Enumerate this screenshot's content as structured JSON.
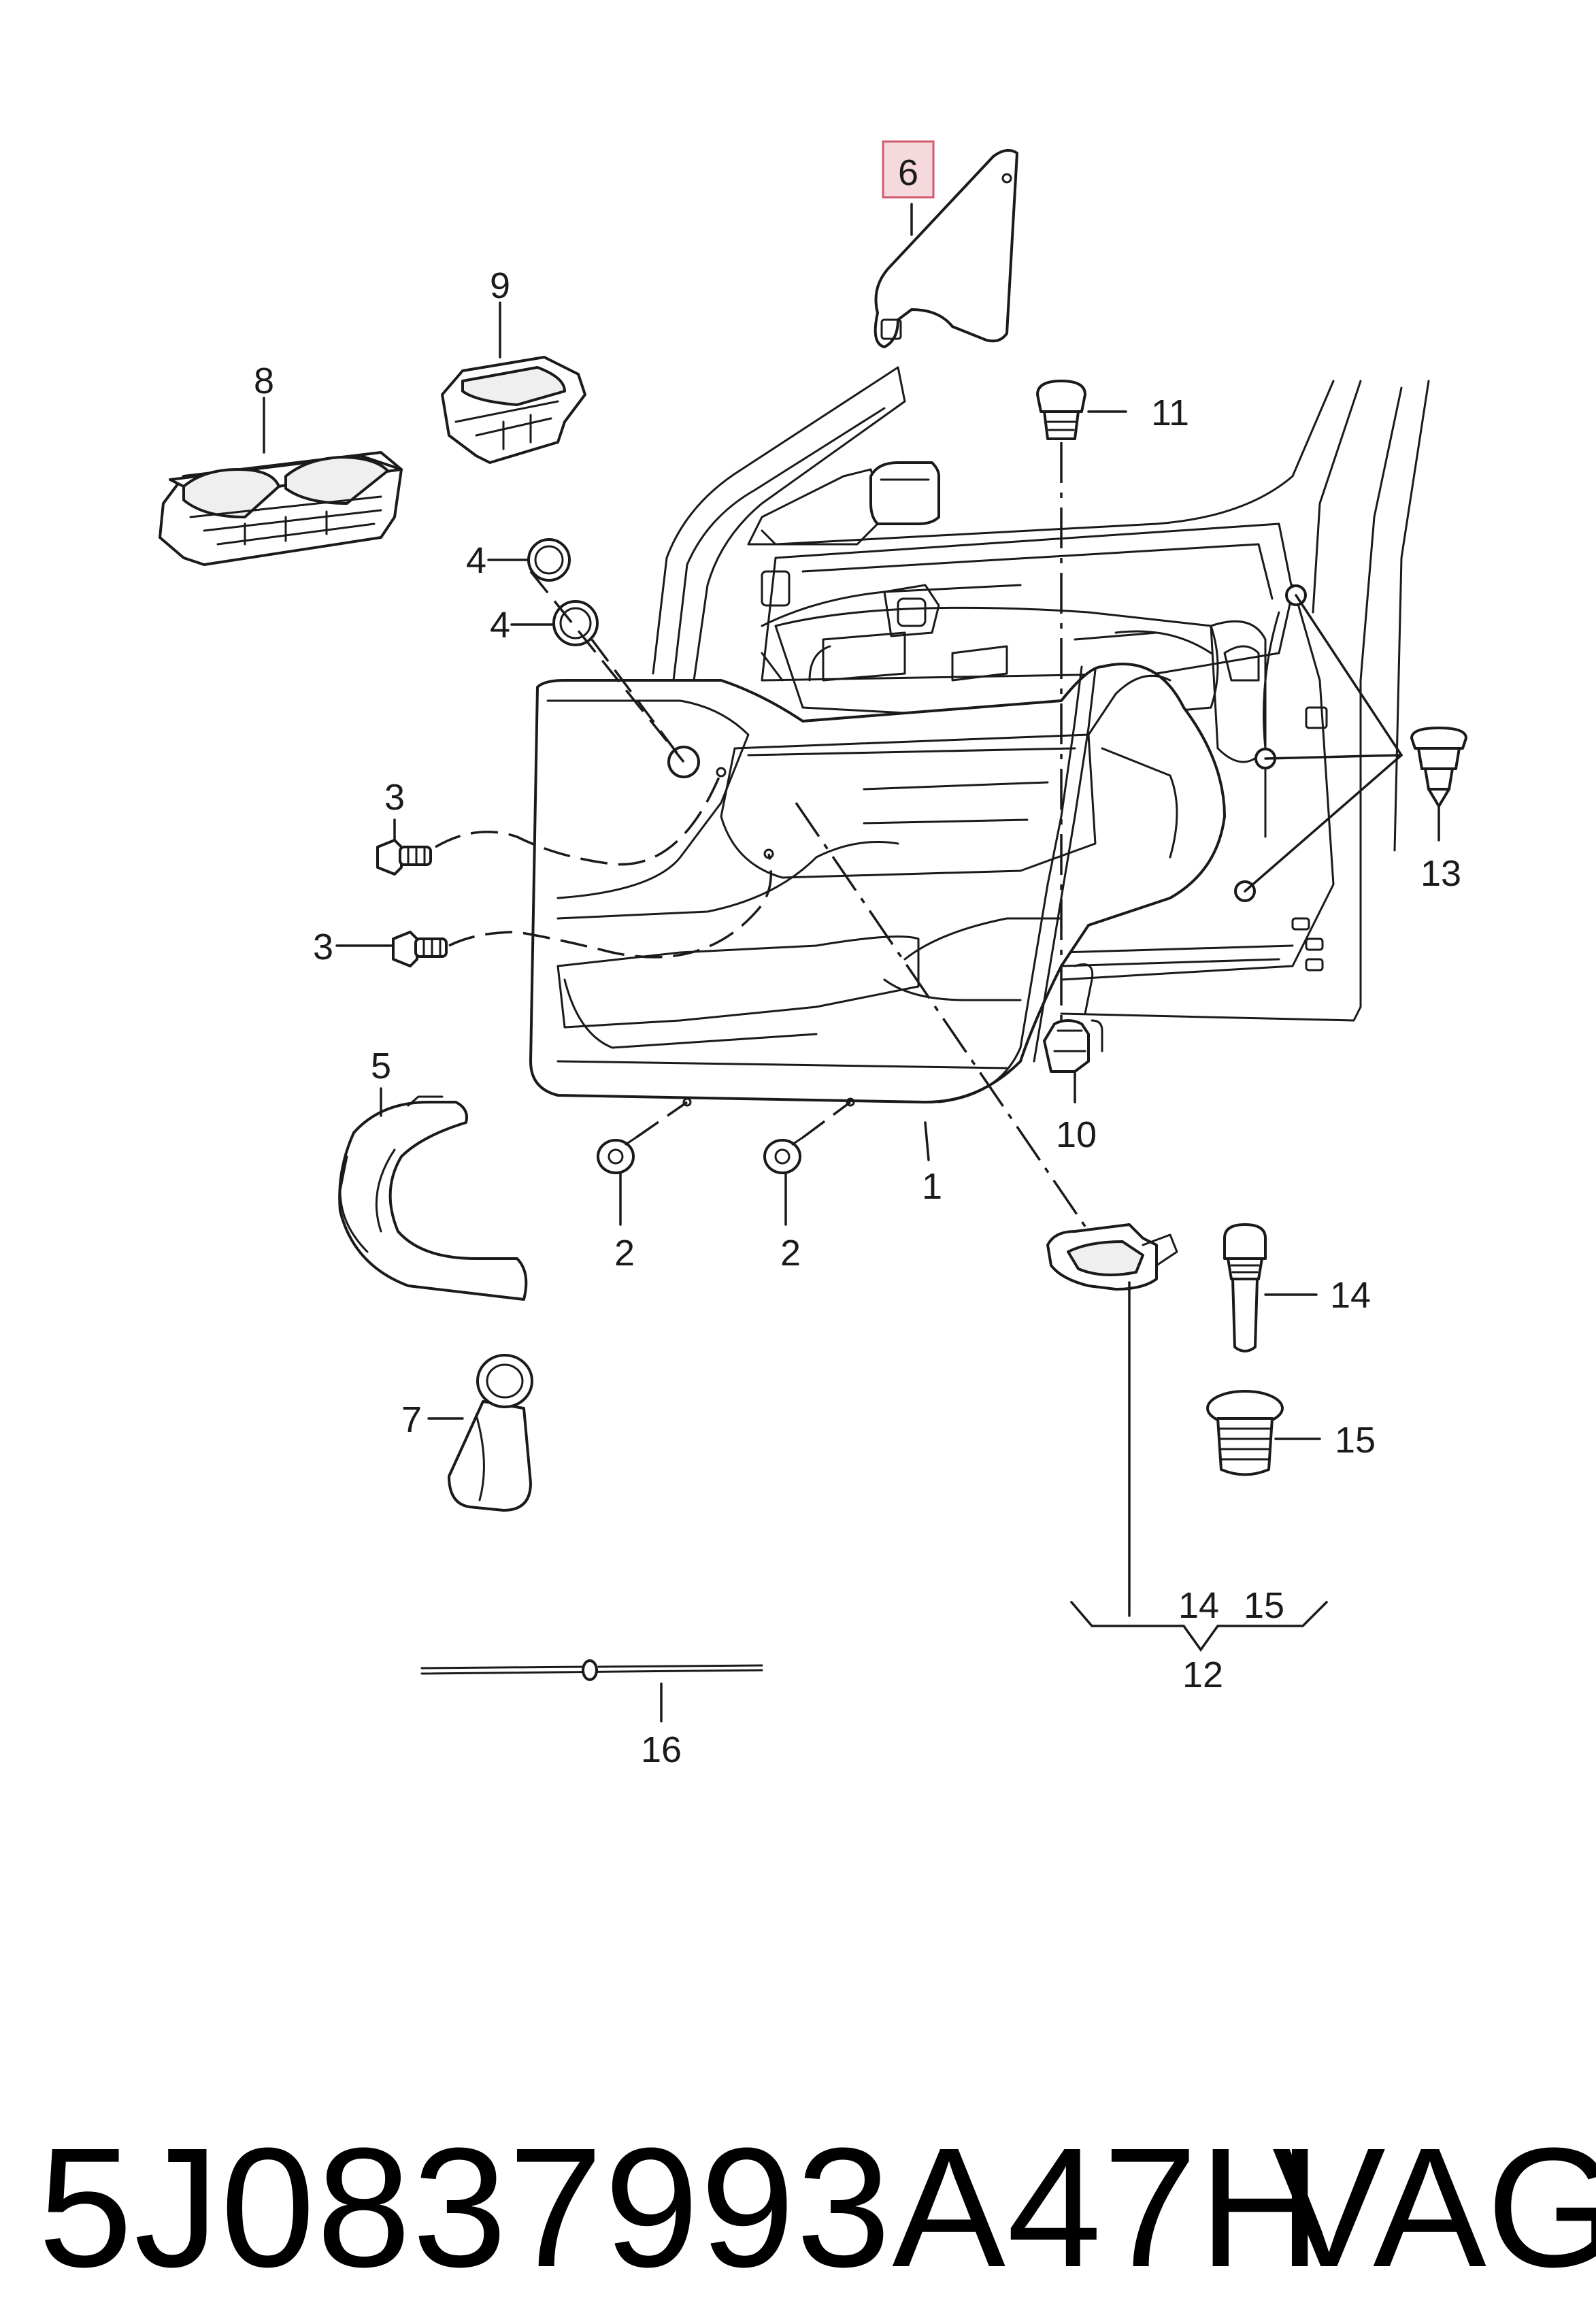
{
  "callouts": {
    "c1": "1",
    "c2a": "2",
    "c2b": "2",
    "c3a": "3",
    "c3b": "3",
    "c4a": "4",
    "c4b": "4",
    "c5": "5",
    "c6": "6",
    "c7": "7",
    "c8": "8",
    "c9": "9",
    "c10": "10",
    "c11": "11",
    "c12": "12",
    "c13": "13",
    "c14a": "14",
    "c14b": "14",
    "c15a": "15",
    "c15b": "15",
    "c16": "16"
  },
  "highlighted_callout": "6",
  "caption": {
    "part_number": "5J0837993A47H",
    "brand": "VAG"
  },
  "colors": {
    "line": "#1a1a1a",
    "highlight_fill": "#f6d9dd",
    "highlight_stroke": "#d05a6a"
  }
}
